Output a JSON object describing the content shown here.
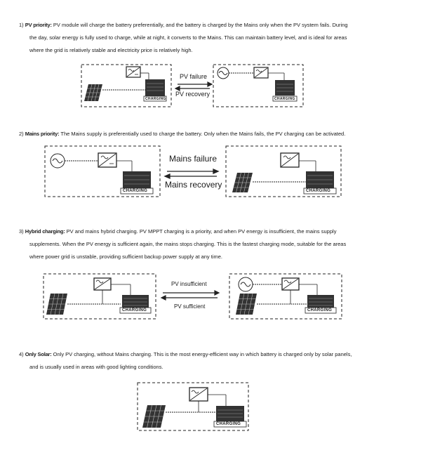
{
  "sections": [
    {
      "num": "1)",
      "heading": "PV priority:",
      "lines": [
        " PV module will charge the battery preferentially, and the battery is charged by the Mains only when the PV system fails. During",
        "the day, solar energy is fully used to charge, while at night, it converts to the Mains. This can maintain battery level, and is ideal for areas",
        "where the grid is relatively stable and electricity price is relatively high."
      ],
      "label_top": "PV failure",
      "label_bottom": "PV recovery"
    },
    {
      "num": "2)",
      "heading": "Mains priority:",
      "lines": [
        " The Mains supply is preferentially used to charge the battery. Only when the Mains fails, the PV charging can be activated."
      ],
      "label_top": "Mains failure",
      "label_bottom": "Mains recovery"
    },
    {
      "num": "3)",
      "heading": "Hybrid charging:",
      "lines": [
        " PV and mains hybrid charging. PV MPPT charging is a priority, and when PV energy is insufficient, the mains supply",
        "supplements. When the PV energy is sufficient again, the mains stops charging. This is the fastest charging mode, suitable for the areas",
        "where power grid is unstable, providing sufficient backup power supply at any time."
      ],
      "label_top": "PV insufficient",
      "label_bottom": "PV sufficient"
    },
    {
      "num": "4)",
      "heading": "Only Solar:",
      "lines": [
        " Only PV charging, without Mains charging. This is the most energy-efficient way in which battery is charged only by solar panels,",
        "and is usually used in areas with good lighting conditions."
      ]
    }
  ],
  "battery_label": "CHARGING"
}
